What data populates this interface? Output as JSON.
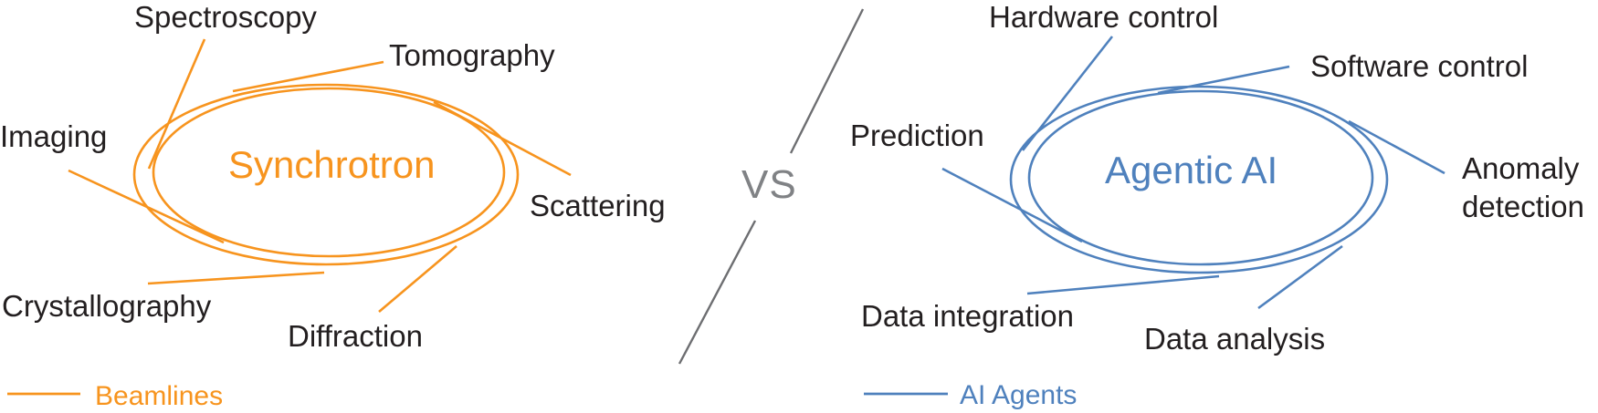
{
  "diagram": {
    "versus": "VS",
    "left": {
      "title": "Synchrotron",
      "labels": {
        "spectroscopy": "Spectroscopy",
        "tomography": "Tomography",
        "imaging": "Imaging",
        "scattering": "Scattering",
        "crystallography": "Crystallography",
        "diffraction": "Diffraction"
      },
      "legend": "Beamlines"
    },
    "right": {
      "title": "Agentic AI",
      "labels": {
        "hardware_control": "Hardware control",
        "software_control": "Software control",
        "prediction": "Prediction",
        "anomaly_detection": "Anomaly detection",
        "data_integration": "Data integration",
        "data_analysis": "Data analysis"
      },
      "legend": "AI Agents"
    },
    "colors": {
      "beamline_orange": "#F7941E",
      "agent_blue": "#4F81BD",
      "label_black": "#231F20",
      "versus_gray": "#808285",
      "divider_gray": "#6D6E71"
    }
  }
}
